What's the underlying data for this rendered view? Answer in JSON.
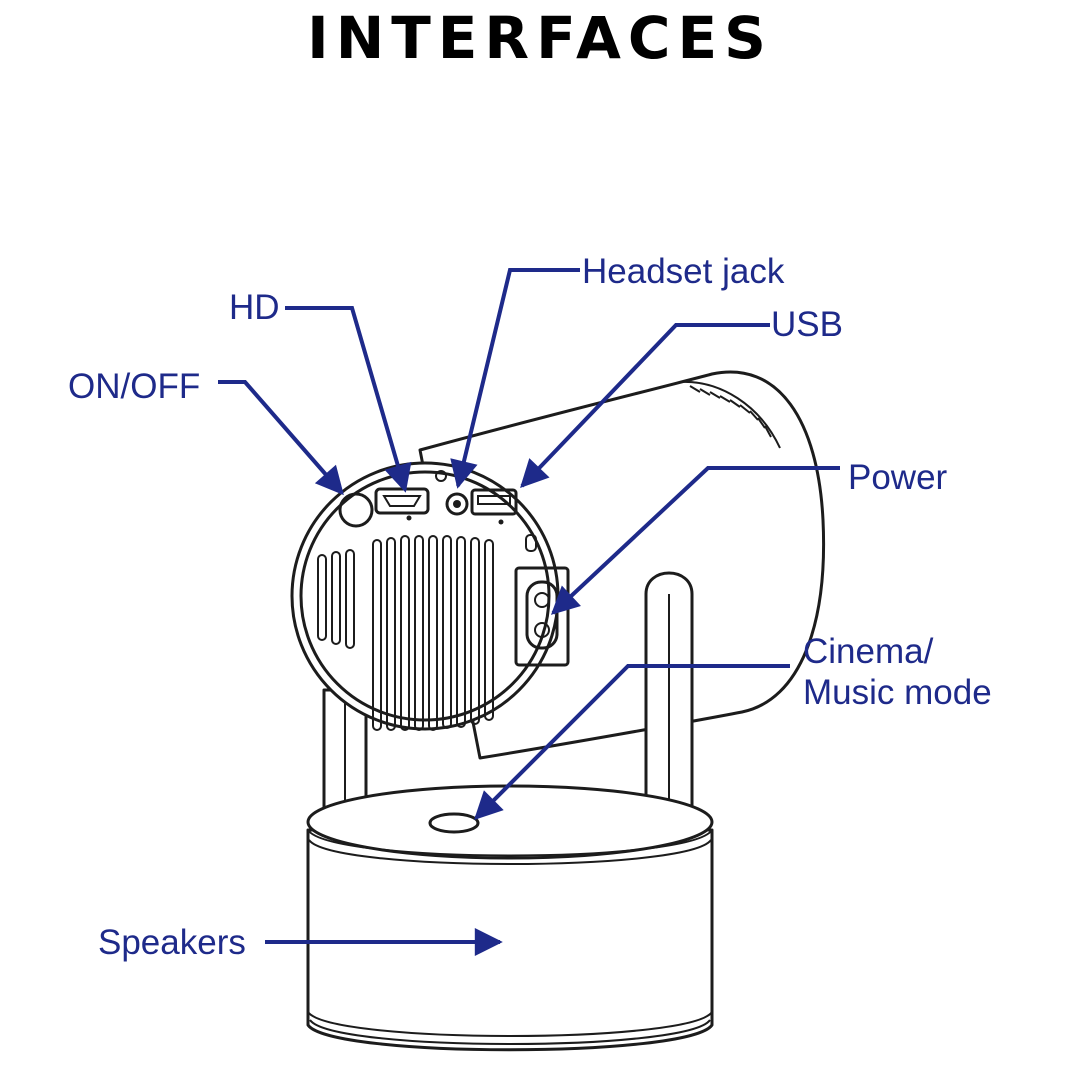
{
  "title": "INTERFACES",
  "colors": {
    "callout": "#1e2a8a",
    "outline": "#1c1c1c",
    "background": "#ffffff"
  },
  "callouts": [
    {
      "id": "headset",
      "label": "Headset jack"
    },
    {
      "id": "hd",
      "label": "HD"
    },
    {
      "id": "usb",
      "label": "USB"
    },
    {
      "id": "onoff",
      "label": "ON/OFF"
    },
    {
      "id": "power",
      "label": "Power"
    },
    {
      "id": "cinema",
      "label": "Cinema/"
    },
    {
      "id": "music",
      "label": "Music mode"
    },
    {
      "id": "speakers",
      "label": "Speakers"
    }
  ]
}
